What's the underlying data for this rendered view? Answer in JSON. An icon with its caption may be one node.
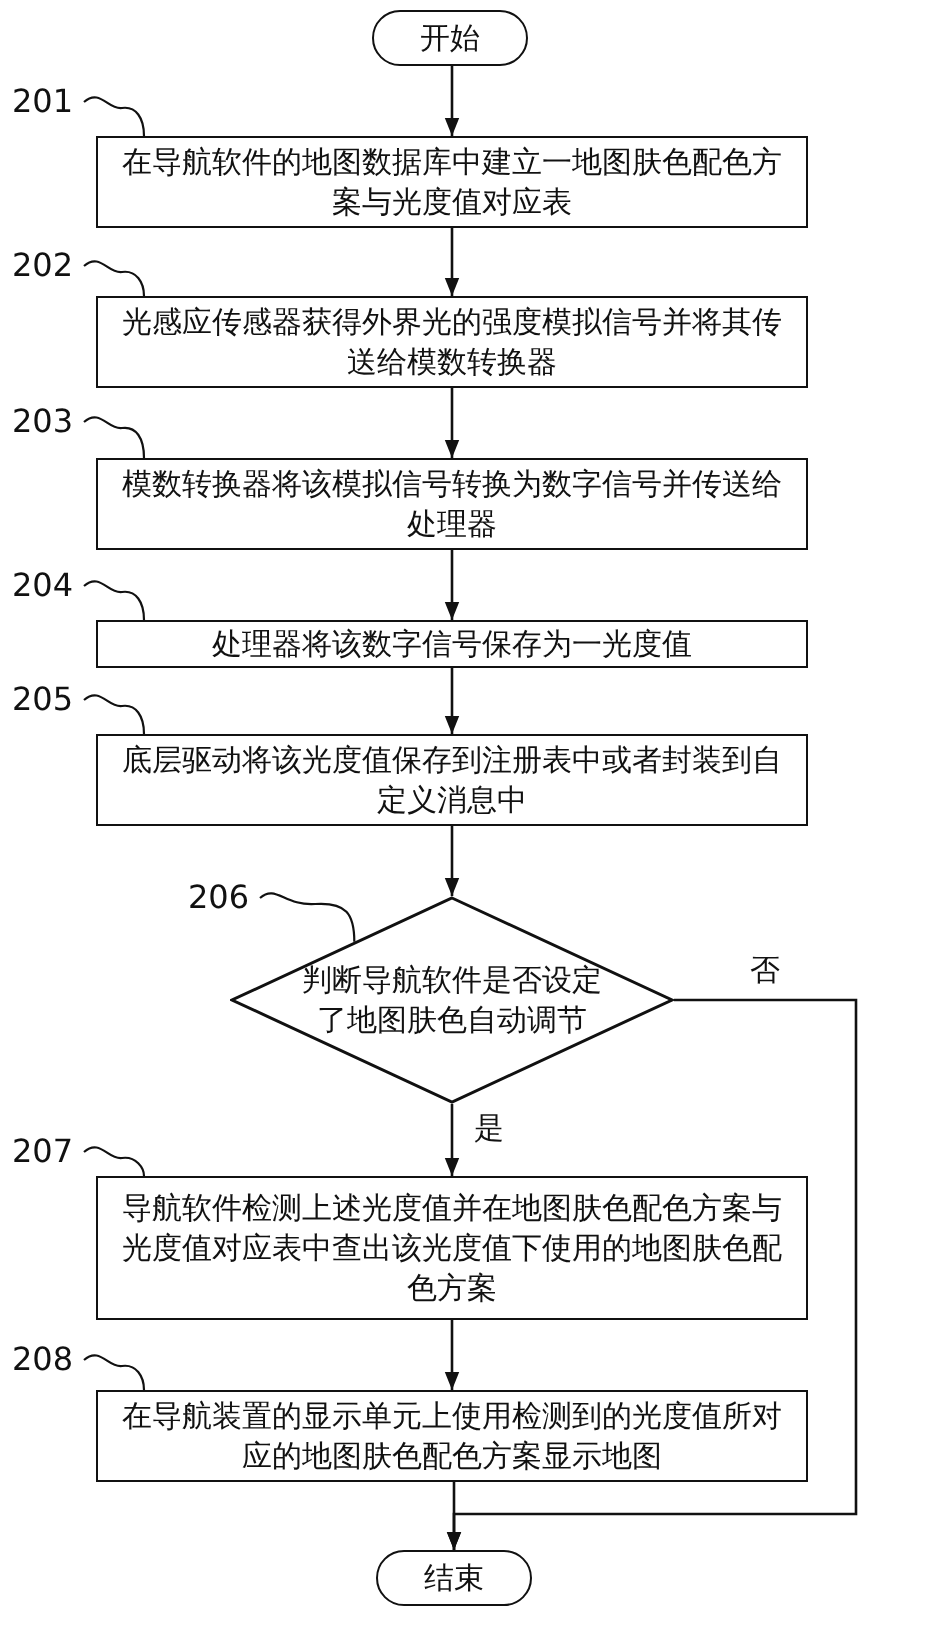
{
  "diagram": {
    "nodes": [
      {
        "text": [
          "开始"
        ]
      },
      {
        "text": [
          "201"
        ]
      },
      {
        "text": [
          "在导航软件的地图数据库中建立一地图肤色配色方案与光度值对应表"
        ]
      },
      {
        "text": [
          "202"
        ]
      },
      {
        "text": [
          "光感应传感器获得外界光的强度模拟信号并将其传送给模数转换器"
        ]
      },
      {
        "text": [
          "203"
        ]
      },
      {
        "text": [
          "模数转换器将该模拟信号转换为数字信号并传送给处理器"
        ]
      },
      {
        "text": [
          "204"
        ]
      },
      {
        "text": [
          "处理器将该数字信号保存为一光度值"
        ]
      },
      {
        "text": [
          "205"
        ]
      },
      {
        "text": [
          "底层驱动将该光度值保存到注册表中或者封装到自定义消息中"
        ]
      },
      {
        "text": [
          "206"
        ]
      },
      {
        "text": [
          "判断导航软件是否设定了地图肤色自动调节"
        ]
      },
      {
        "text": [
          "207"
        ]
      },
      {
        "text": [
          "导航软件检测上述光度值并在地图肤色配色方案与光度值对应表中查出该光度值下使用的地图肤色配色方案"
        ]
      },
      {
        "text": [
          "208"
        ]
      },
      {
        "text": [
          "在导航装置的显示单元上使用检测到的光度值所对应的地图肤色配色方案显示地图"
        ]
      },
      {
        "text": [
          "结束"
        ]
      }
    ],
    "edges": [
      {
        "from": 0,
        "to": 2,
        "arrow": "to"
      },
      {
        "from": 1,
        "to": 2,
        "arrow": "none"
      },
      {
        "from": 2,
        "to": 4,
        "arrow": "to"
      },
      {
        "from": 3,
        "to": 4,
        "arrow": "none"
      },
      {
        "from": 4,
        "to": 6,
        "arrow": "to"
      },
      {
        "from": 5,
        "to": 6,
        "arrow": "none"
      },
      {
        "from": 6,
        "to": 8,
        "arrow": "to"
      },
      {
        "from": 7,
        "to": 8,
        "arrow": "none"
      },
      {
        "from": 8,
        "to": 10,
        "arrow": "to"
      },
      {
        "from": 9,
        "to": 10,
        "arrow": "none"
      },
      {
        "from": 10,
        "to": 12,
        "arrow": "to"
      },
      {
        "from": 11,
        "to": 12,
        "arrow": "none"
      },
      {
        "from": 12,
        "to": 14,
        "arrow": "to",
        "label": "是"
      },
      {
        "from": 12,
        "to": 17,
        "arrow": "to",
        "label": "否"
      },
      {
        "from": 13,
        "to": 14,
        "arrow": "none"
      },
      {
        "from": 14,
        "to": 16,
        "arrow": "to"
      },
      {
        "from": 15,
        "to": 16,
        "arrow": "none"
      },
      {
        "from": 16,
        "to": 17,
        "arrow": "to"
      }
    ]
  }
}
